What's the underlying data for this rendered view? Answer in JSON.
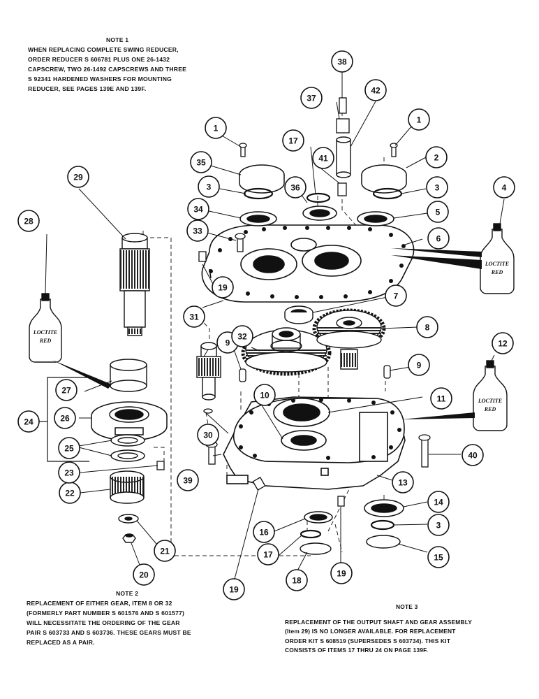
{
  "note1": {
    "heading": "NOTE 1",
    "lines": [
      "WHEN REPLACING COMPLETE SWING REDUCER,",
      "ORDER REDUCER S 606781 PLUS ONE 26-1432",
      "CAPSCREW, TWO 26-1492 CAPSCREWS AND THREE",
      "S 92341 HARDENED WASHERS FOR MOUNTING",
      "REDUCER, SEE PAGES 139E AND 139F."
    ]
  },
  "note2": {
    "heading": "NOTE 2",
    "lines": [
      "REPLACEMENT OF EITHER GEAR, ITEM 8 OR 32",
      "(FORMERLY PART NUMBER S 601576 AND S 601577)",
      "WILL NECESSITATE THE ORDERING OF THE GEAR",
      "PAIR S 603733 AND S 603736. THESE GEARS MUST BE",
      "REPLACED AS A PAIR."
    ]
  },
  "note3": {
    "heading": "NOTE 3",
    "lines": [
      "REPLACEMENT OF THE OUTPUT SHAFT AND GEAR ASSEMBLY",
      "(Item 29) IS NO LONGER AVAILABLE.  FOR REPLACEMENT",
      "ORDER KIT S 608519 (SUPERSEDES S 603734).  THIS KIT",
      "CONSISTS OF ITEMS 17 THRU 24 ON PAGE 139F."
    ]
  },
  "bottle_label": [
    "LOCTITE",
    "RED"
  ],
  "callouts": [
    "1",
    "1",
    "2",
    "3",
    "3",
    "4",
    "5",
    "6",
    "7",
    "8",
    "9",
    "9",
    "10",
    "11",
    "12",
    "13",
    "14",
    "3",
    "15",
    "16",
    "17",
    "18",
    "19",
    "19",
    "19",
    "20",
    "21",
    "22",
    "23",
    "24",
    "25",
    "26",
    "27",
    "28",
    "29",
    "30",
    "31",
    "32",
    "33",
    "34",
    "35",
    "36",
    "17",
    "37",
    "38",
    "39",
    "40",
    "41",
    "42"
  ]
}
